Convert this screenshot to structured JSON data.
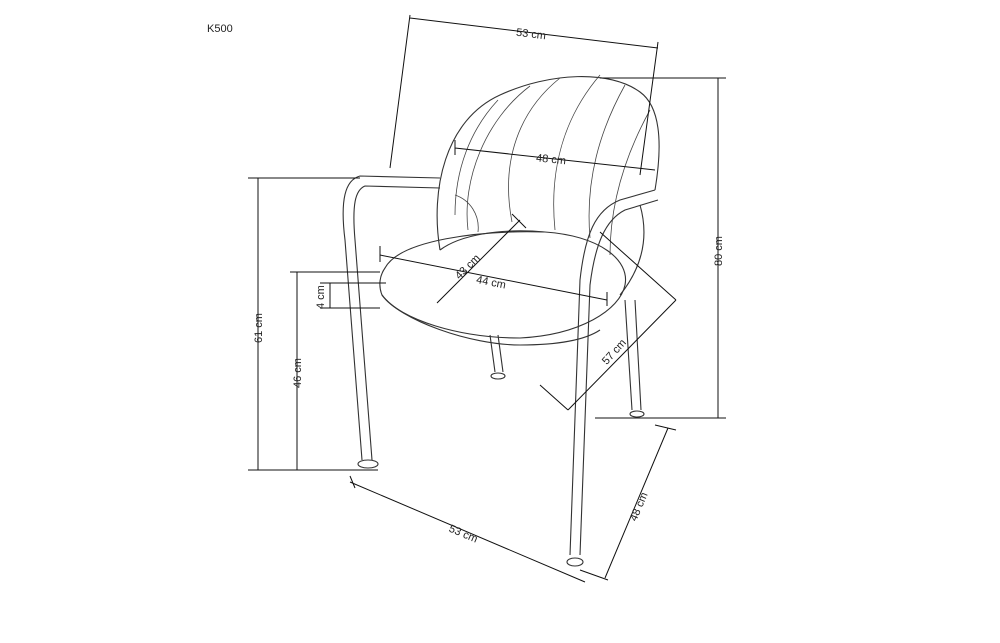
{
  "model": "K500",
  "dimensions": {
    "overall_width": "53 cm",
    "backrest_width": "48 cm",
    "total_height": "80 cm",
    "armrest_height": "61 cm",
    "seat_height": "46 cm",
    "seat_thickness": "4 cm",
    "seat_depth": "43 cm",
    "seat_width": "44 cm",
    "diagonal_depth": "57 cm",
    "base_width": "53 cm",
    "base_depth": "48 cm"
  }
}
